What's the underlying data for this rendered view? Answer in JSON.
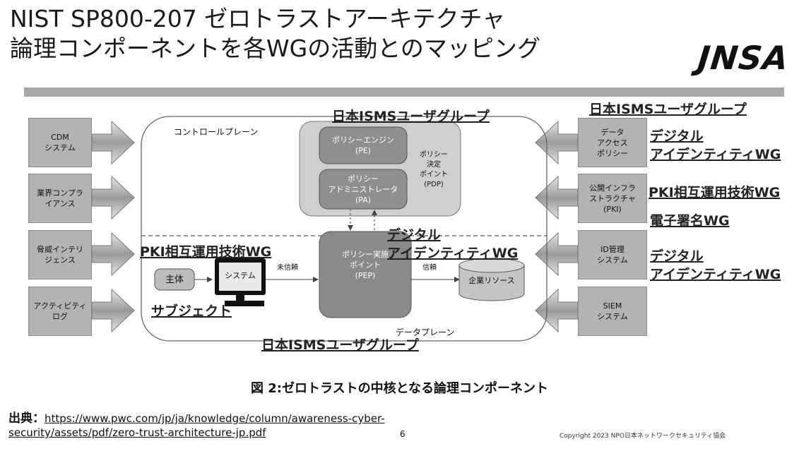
{
  "title_line1": "NIST SP800-207 ゼロトラストアーキテクチャ",
  "title_line2": "論理コンポーネントを各WGの活動とのマッピング",
  "logo": "JNSA",
  "left_boxes": [
    {
      "label": "CDM\nシステム"
    },
    {
      "label": "業界コンプラ\nイアンス"
    },
    {
      "label": "脅威インテリ\nジェンス"
    },
    {
      "label": "アクティビティ\nログ"
    }
  ],
  "right_boxes": [
    {
      "label": "データ\nアクセス\nポリシー"
    },
    {
      "label": "公開インフラ\nストラクチャ\n(PKI)"
    },
    {
      "label": "ID管理\nシステム"
    },
    {
      "label": "SIEM\nシステム"
    }
  ],
  "control_plane_label": "コントロールプレーン",
  "data_plane_label": "データプレーン",
  "pe_label": "ポリシーエンジン\n(PE)",
  "pa_label": "ポリシー\nアドミニストレータ\n(PA)",
  "pdp_label": "ポリシー\n決定\nポイント\n(PDP)",
  "pep_label": "ポリシー実施\nポイント\n(PEP)",
  "subject_label": "主体",
  "system_label": "システム",
  "untrusted_label": "未信頼",
  "trusted_label": "信頼",
  "resource_label": "企業リソース",
  "wg_labels": {
    "isms_top_center": "日本ISMSユーザグループ",
    "isms_top_right": "日本ISMSユーザグループ",
    "digital_id_right1_line1": "デジタル",
    "digital_id_right1_line2": "アイデンティティWG",
    "pki_right": "PKI相互運用技術WG",
    "esign_right": "電子署名WG",
    "digital_id_center_line1": "デジタル",
    "digital_id_center_line2": "アイデンティティWG",
    "pki_center": "PKI相互運用技術WG",
    "digital_id_right2_line1": "デジタル",
    "digital_id_right2_line2": "アイデンティティWG",
    "subject_wg": "サブジェクト",
    "isms_bottom": "日本ISMSユーザグループ"
  },
  "caption": "図 2:ゼロトラストの中核となる論理コンポーネント",
  "source_label": "出典：",
  "source_url_line1": "https://www.pwc.com/jp/ja/knowledge/column/awareness-cyber-",
  "source_url_line2": "security/assets/pdf/zero-trust-architecture-jp.pdf",
  "page_number": "6",
  "copyright": "Copyright 2023 NPO日本ネットワークセキュリティ協会"
}
